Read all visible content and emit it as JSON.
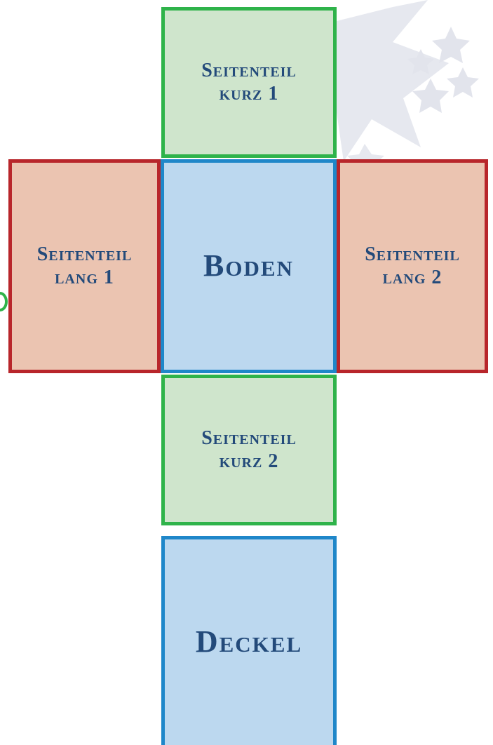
{
  "colors": {
    "green_fill": "#cfe5cc",
    "green_border": "#2fb34a",
    "blue_fill": "#bcd8ef",
    "blue_border": "#1f87c9",
    "red_fill": "#ebc4b1",
    "red_border": "#b8262b",
    "text": "#234a7a",
    "star_gray": "#e6e8ef"
  },
  "panels": {
    "kurz1": {
      "label": "Seitenteil\nkurz 1",
      "fill": "#cfe5cc",
      "border": "#2fb34a"
    },
    "lang1": {
      "label": "Seitenteil\nlang 1",
      "fill": "#ebc4b1",
      "border": "#b8262b"
    },
    "boden": {
      "label": "Boden",
      "fill": "#bcd8ef",
      "border": "#1f87c9"
    },
    "lang2": {
      "label": "Seitenteil\nlang 2",
      "fill": "#ebc4b1",
      "border": "#b8262b"
    },
    "kurz2": {
      "label": "Seitenteil\nkurz 2",
      "fill": "#cfe5cc",
      "border": "#2fb34a"
    },
    "deckel": {
      "label": "Deckel",
      "fill": "#bcd8ef",
      "border": "#1f87c9"
    }
  },
  "decoration": {
    "background_icon": "stars-icon",
    "edge_mark_icon": "circle-edge-icon"
  }
}
